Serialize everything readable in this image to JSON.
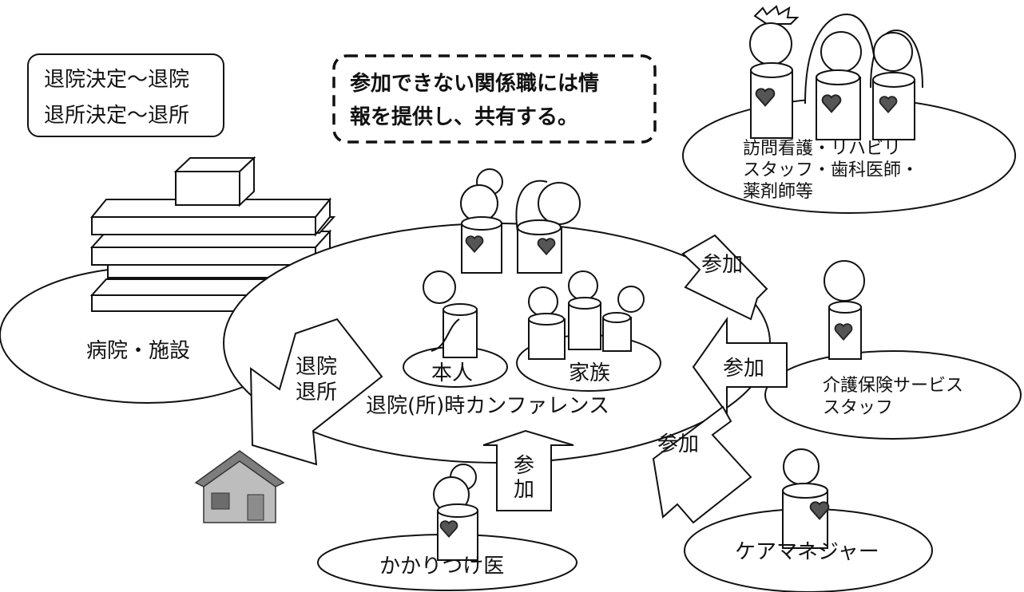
{
  "timing_box": {
    "line1": "退院決定～退院",
    "line2": "退所決定～退所"
  },
  "note": {
    "line1": "参加できない関係職には情",
    "line2": "報を提供し、共有する。"
  },
  "hospital_label": "病院・施設",
  "conference_label": "退院(所)時カンファレンス",
  "patient_label": "本人",
  "family_label": "家族",
  "discharge_arrow": {
    "line1": "退院",
    "line2": "退所"
  },
  "participate_label": "参加",
  "participate_vertical": {
    "line1": "参",
    "line2": "加"
  },
  "groups": {
    "visiting": {
      "line1": "訪問看護・リハビリ",
      "line2": "スタッフ・歯科医師・",
      "line3": "薬剤師等"
    },
    "care_service": {
      "line1": "介護保険サービス",
      "line2": "スタッフ"
    },
    "care_manager": "ケアマネジャー",
    "family_doctor": "かかりつけ医"
  }
}
